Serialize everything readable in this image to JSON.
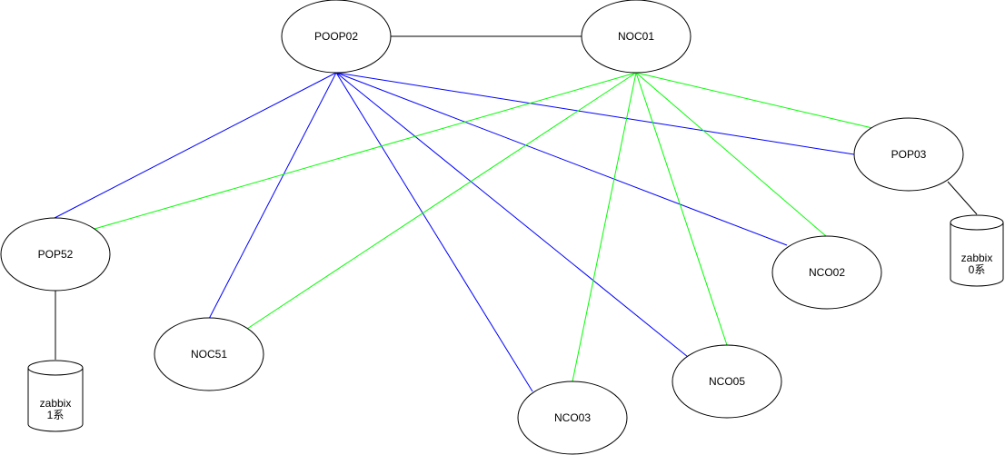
{
  "colors": {
    "background": "#ffffff",
    "node_stroke": "#000000",
    "link_black": "#000000",
    "link_blue": "#0000ff",
    "link_green": "#00ff00"
  },
  "nodes": {
    "poop02": {
      "label": "POOP02"
    },
    "noc01": {
      "label": "NOC01"
    },
    "pop03": {
      "label": "POP03"
    },
    "pop52": {
      "label": "POP52"
    },
    "noc51": {
      "label": "NOC51"
    },
    "nco02": {
      "label": "NCO02"
    },
    "nco03": {
      "label": "NCO03"
    },
    "nco05": {
      "label": "NCO05"
    }
  },
  "databases": {
    "zabbix0": {
      "line1": "zabbix",
      "line2": "0系"
    },
    "zabbix1": {
      "line1": "zabbix",
      "line2": "1系"
    }
  },
  "edges": [
    {
      "from": "POOP02",
      "to": "NOC01",
      "color": "black"
    },
    {
      "from": "POOP02",
      "to": "POP52",
      "color": "blue"
    },
    {
      "from": "POOP02",
      "to": "NOC51",
      "color": "blue"
    },
    {
      "from": "POOP02",
      "to": "NCO03",
      "color": "blue"
    },
    {
      "from": "POOP02",
      "to": "NCO05",
      "color": "blue"
    },
    {
      "from": "POOP02",
      "to": "NCO02",
      "color": "blue"
    },
    {
      "from": "POOP02",
      "to": "POP03",
      "color": "blue"
    },
    {
      "from": "NOC01",
      "to": "POP52",
      "color": "green"
    },
    {
      "from": "NOC01",
      "to": "NOC51",
      "color": "green"
    },
    {
      "from": "NOC01",
      "to": "NCO03",
      "color": "green"
    },
    {
      "from": "NOC01",
      "to": "NCO05",
      "color": "green"
    },
    {
      "from": "NOC01",
      "to": "NCO02",
      "color": "green"
    },
    {
      "from": "NOC01",
      "to": "POP03",
      "color": "green"
    },
    {
      "from": "POP03",
      "to": "zabbix 0系",
      "color": "black"
    },
    {
      "from": "POP52",
      "to": "zabbix 1系",
      "color": "black"
    }
  ]
}
